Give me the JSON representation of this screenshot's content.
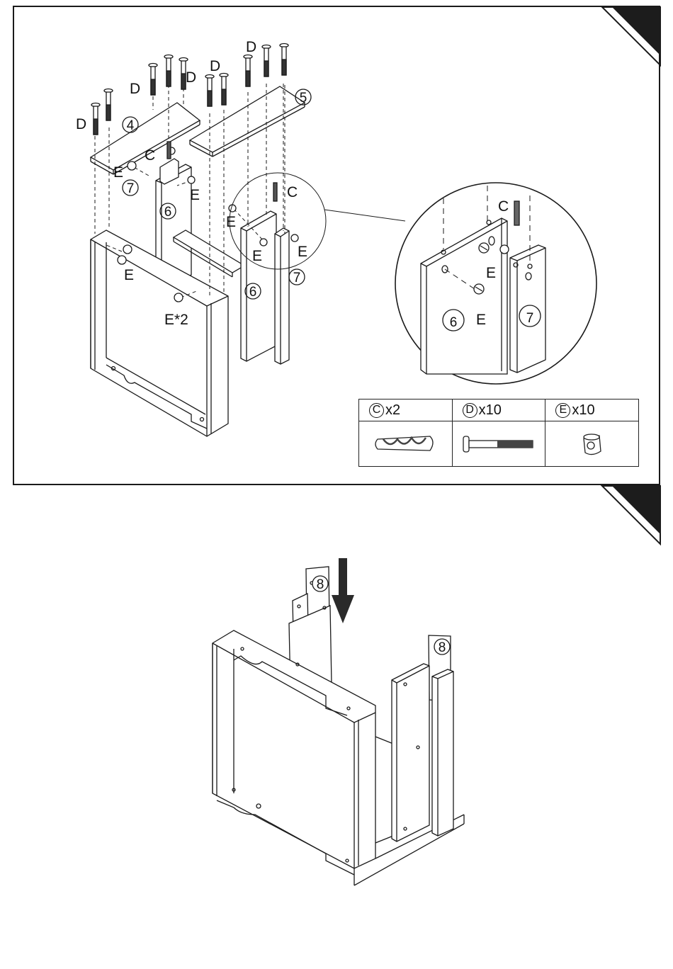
{
  "step1": {
    "labels": {
      "D": "D",
      "C": "C",
      "E": "E",
      "E2": "E*2"
    },
    "parts": {
      "p4": "4",
      "p5": "5",
      "p6": "6",
      "p7": "7"
    },
    "legend": [
      {
        "letter": "C",
        "qty": "x2",
        "icon": "wooden-dowel-icon"
      },
      {
        "letter": "D",
        "qty": "x10",
        "icon": "connector-bolt-icon"
      },
      {
        "letter": "E",
        "qty": "x10",
        "icon": "cam-lock-icon"
      }
    ]
  },
  "step2": {
    "parts": {
      "p8": "8"
    },
    "icons": [
      "down-arrow-icon"
    ]
  },
  "colors": {
    "line": "#1a1a1a",
    "corner": "#1c1c1c"
  }
}
